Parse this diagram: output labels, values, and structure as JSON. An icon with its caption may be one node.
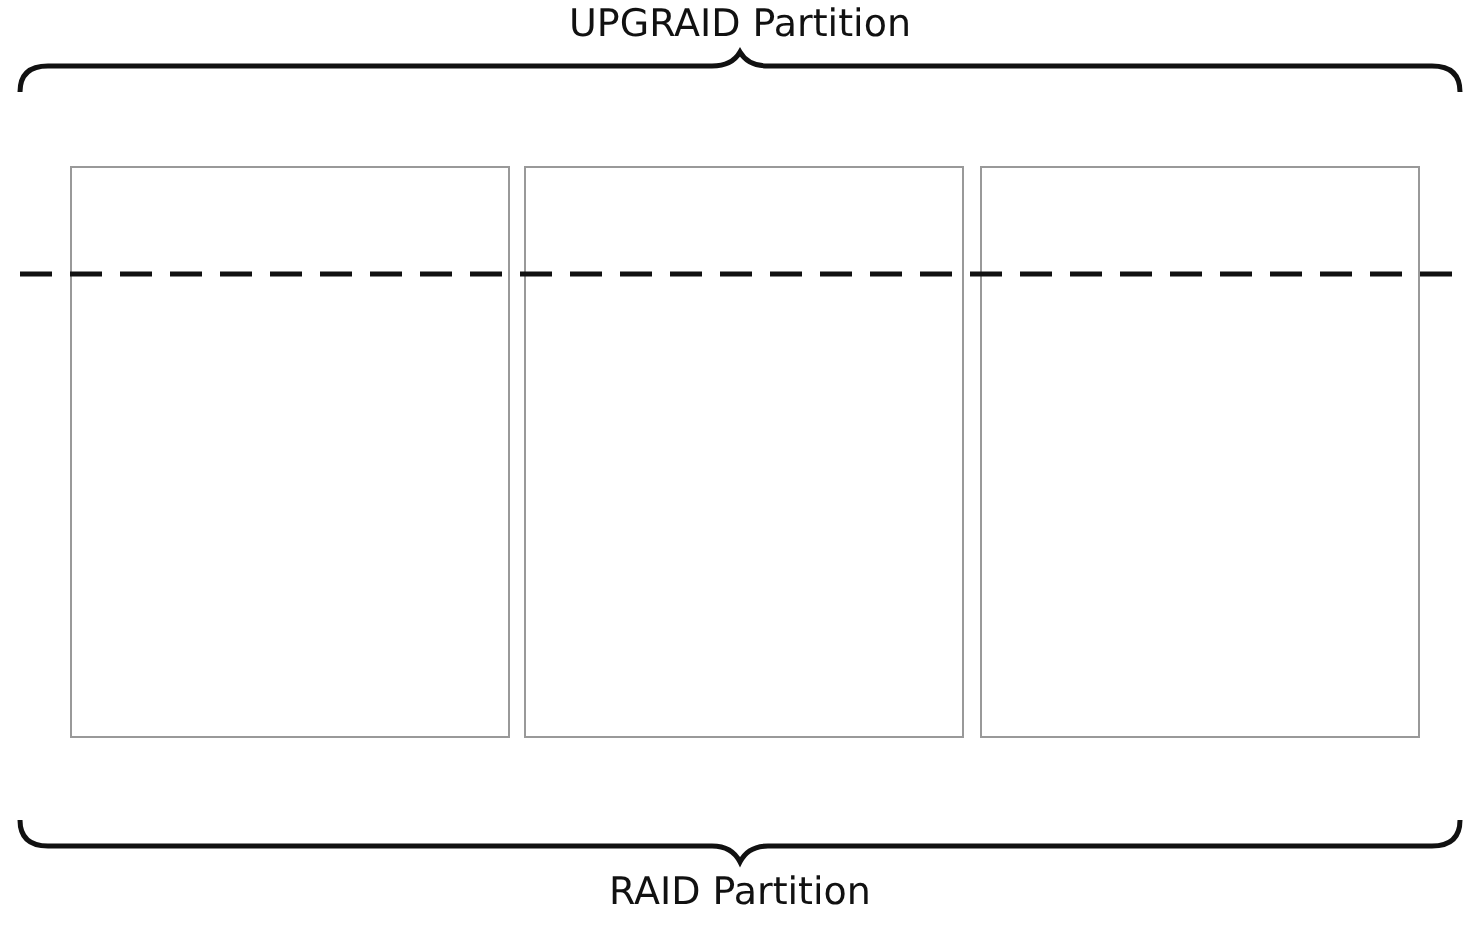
{
  "diagram": {
    "nodes": [
      {
        "text": [],
        "shape": "box"
      },
      {
        "text": [],
        "shape": "box"
      },
      {
        "text": [],
        "shape": "box"
      }
    ],
    "labels": [
      "UPGRAID Partition",
      "RAID Partition"
    ]
  }
}
